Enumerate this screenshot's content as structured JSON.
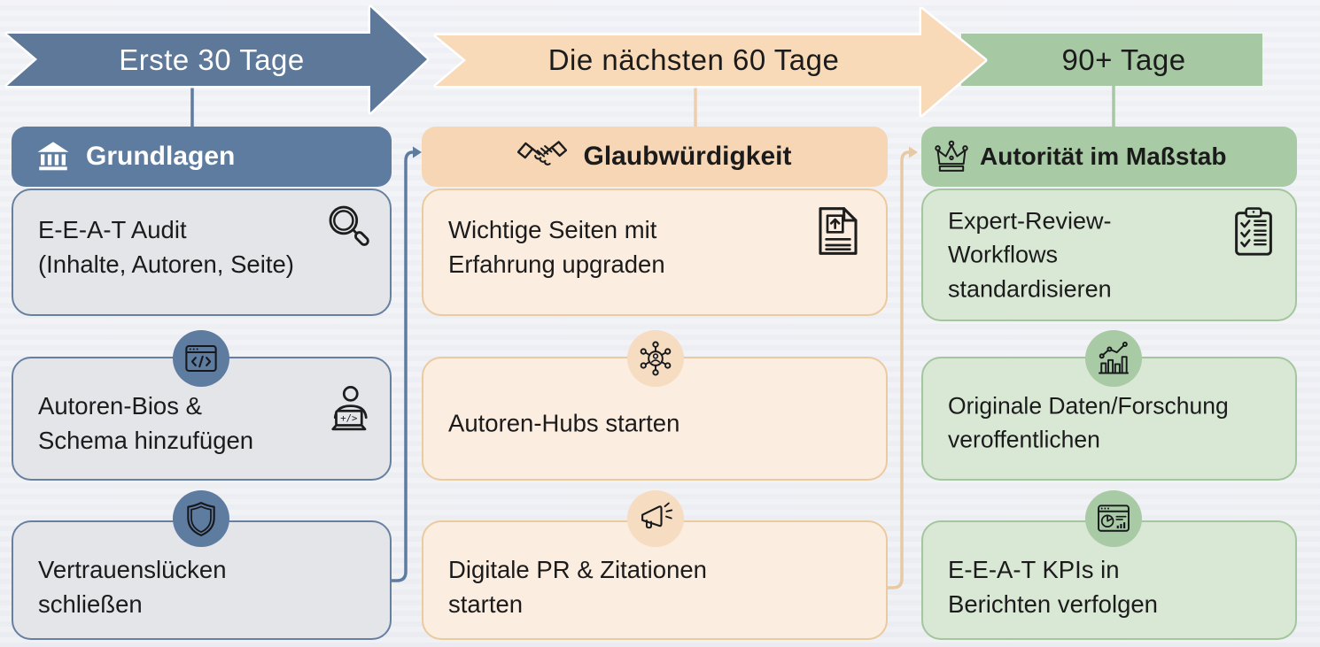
{
  "palette": {
    "background": "#f2f3f7",
    "blue_arrow": "#5d7899",
    "blue_header": "#5e7ba0",
    "blue_card_bg": "#e3e5e9",
    "blue_card_border": "#68809f",
    "orange_arrow": "#f8d9b8",
    "orange_header": "#f6d6b5",
    "orange_card_bg": "#fbede0",
    "orange_card_border": "#ecca9f",
    "orange_badge_bg": "#f6dcc0",
    "green_banner": "#a6c8a2",
    "green_header": "#a8caa4",
    "green_card_bg": "#d9e8d4",
    "green_card_border": "#a3c69e",
    "text_dark": "#1b1b1b",
    "text_light": "#ffffff"
  },
  "timeline": {
    "stages": [
      {
        "arrow_label": "Erste 30 Tage",
        "header": {
          "label": "Grundlagen",
          "icon": "bank-icon"
        },
        "cards": [
          {
            "text": "E-E-A-T Audit\n(Inhalte, Autoren, Seite)",
            "icon": "magnifier-icon"
          },
          {
            "text": "Autoren-Bios &\nSchema hinzufügen",
            "icon": "person-laptop-icon",
            "badge_icon": "code-window-icon"
          },
          {
            "text": "Vertrauenslücken\nschließen",
            "badge_icon": "shield-icon"
          }
        ]
      },
      {
        "arrow_label": "Die nächsten 60 Tage",
        "header": {
          "label": "Glaubwürdigkeit",
          "icon": "handshake-icon"
        },
        "cards": [
          {
            "text": "Wichtige Seiten mit\nErfahrung upgraden",
            "icon": "doc-upload-icon"
          },
          {
            "text": "Autoren-Hubs starten",
            "badge_icon": "hub-icon"
          },
          {
            "text": "Digitale PR & Zitationen\nstarten",
            "badge_icon": "megaphone-icon"
          }
        ]
      },
      {
        "arrow_label": "90+ Tage",
        "header": {
          "label": "Autorität im Maßstab",
          "icon": "crown-icon"
        },
        "cards": [
          {
            "text": "Expert-Review-\nWorkflows\nstandardisieren",
            "icon": "clipboard-icon"
          },
          {
            "text": "Originale Daten/Forschung\nveroffentlichen",
            "badge_icon": "trend-chart-icon"
          },
          {
            "text": "E-E-A-T KPIs in\nBerichten verfolgen",
            "badge_icon": "dashboard-icon"
          }
        ]
      }
    ]
  }
}
